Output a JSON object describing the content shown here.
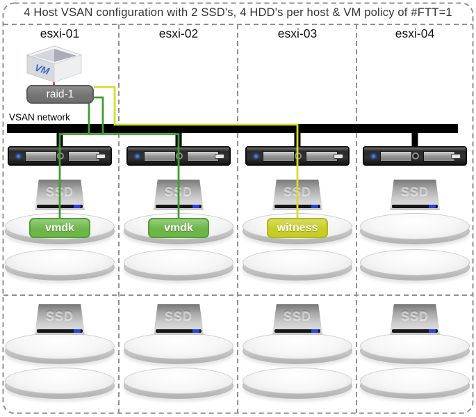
{
  "title": "4 Host VSAN configuration with 2 SSD's, 4 HDD's per host & VM policy of #FTT=1",
  "network": {
    "label": "VSAN network"
  },
  "vm": {
    "label": "VM"
  },
  "raid": {
    "label": "raid-1"
  },
  "ssd_label": "SSD",
  "hosts": [
    {
      "name": "esxi-01",
      "disk_label": "vmdk"
    },
    {
      "name": "esxi-02",
      "disk_label": "vmdk"
    },
    {
      "name": "esxi-03",
      "disk_label": "witness"
    },
    {
      "name": "esxi-04",
      "disk_label": ""
    }
  ],
  "colors": {
    "vmdk_fill": "#6db648",
    "vmdk_border": "#539f38",
    "witness_fill": "#c6cd24",
    "witness_border": "#b1ba17",
    "replica_line": "#3f9e2d",
    "witness_line": "#d8dd28",
    "network_bar": "#000000"
  }
}
